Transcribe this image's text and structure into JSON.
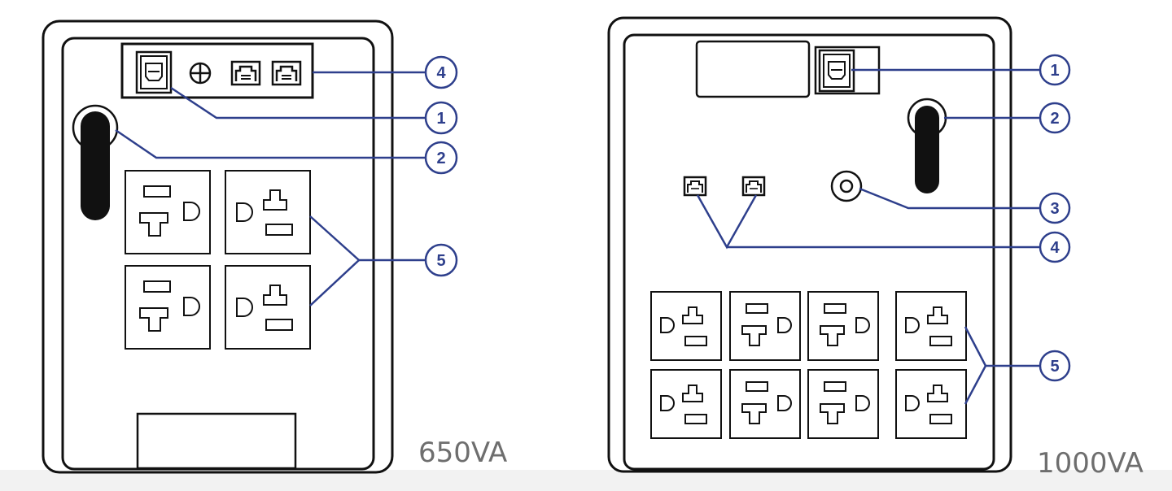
{
  "units": [
    {
      "model": "650VA",
      "callouts": [
        {
          "number": "4",
          "part": "ethernet-ports"
        },
        {
          "number": "1",
          "part": "usb-port"
        },
        {
          "number": "2",
          "part": "power-switch"
        },
        {
          "number": "5",
          "part": "outlets"
        }
      ]
    },
    {
      "model": "1000VA",
      "callouts": [
        {
          "number": "1",
          "part": "usb-port"
        },
        {
          "number": "2",
          "part": "power-switch"
        },
        {
          "number": "3",
          "part": "circuit-breaker"
        },
        {
          "number": "4",
          "part": "ethernet-ports"
        },
        {
          "number": "5",
          "part": "outlets"
        }
      ]
    }
  ],
  "colors": {
    "outline": "#111111",
    "callout": "#2e3f8c",
    "model_label": "#6e6e6e"
  }
}
